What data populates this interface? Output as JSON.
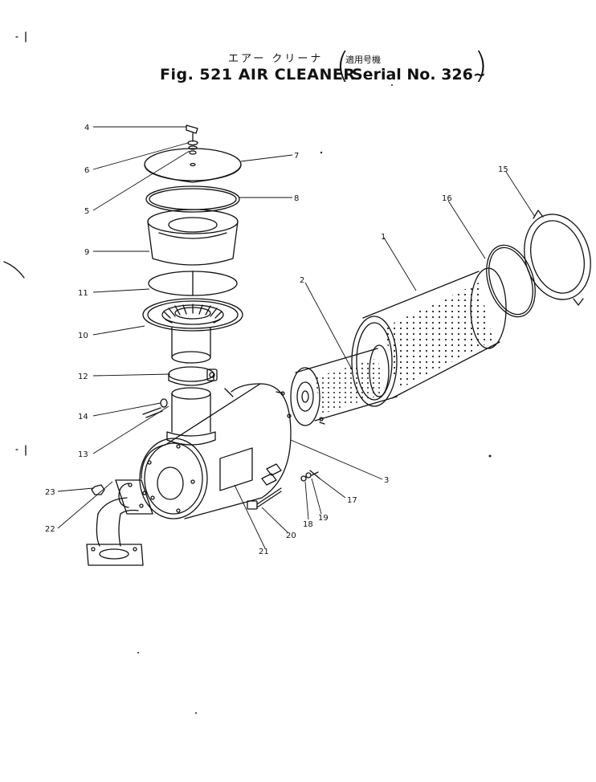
{
  "header": {
    "title_jp": "エアー クリーナ",
    "applicability_jp": "適用号機",
    "title_en": "Fig. 521 AIR CLEANER",
    "serial": "Serial No. 326~",
    "paren_open": "(",
    "paren_close": ")"
  },
  "callouts": [
    {
      "id": "4",
      "text": "4"
    },
    {
      "id": "6",
      "text": "6"
    },
    {
      "id": "5",
      "text": "5"
    },
    {
      "id": "7",
      "text": "7"
    },
    {
      "id": "8",
      "text": "8"
    },
    {
      "id": "9",
      "text": "9"
    },
    {
      "id": "11",
      "text": "11"
    },
    {
      "id": "10",
      "text": "10"
    },
    {
      "id": "12",
      "text": "12"
    },
    {
      "id": "14",
      "text": "14"
    },
    {
      "id": "13",
      "text": "13"
    },
    {
      "id": "23",
      "text": "23"
    },
    {
      "id": "22",
      "text": "22"
    },
    {
      "id": "21",
      "text": "21"
    },
    {
      "id": "20",
      "text": "20"
    },
    {
      "id": "18",
      "text": "18"
    },
    {
      "id": "19",
      "text": "19"
    },
    {
      "id": "17",
      "text": "17"
    },
    {
      "id": "3",
      "text": "3"
    },
    {
      "id": "2",
      "text": "2"
    },
    {
      "id": "1",
      "text": "1"
    },
    {
      "id": "16",
      "text": "16"
    },
    {
      "id": "15",
      "text": "15"
    }
  ]
}
